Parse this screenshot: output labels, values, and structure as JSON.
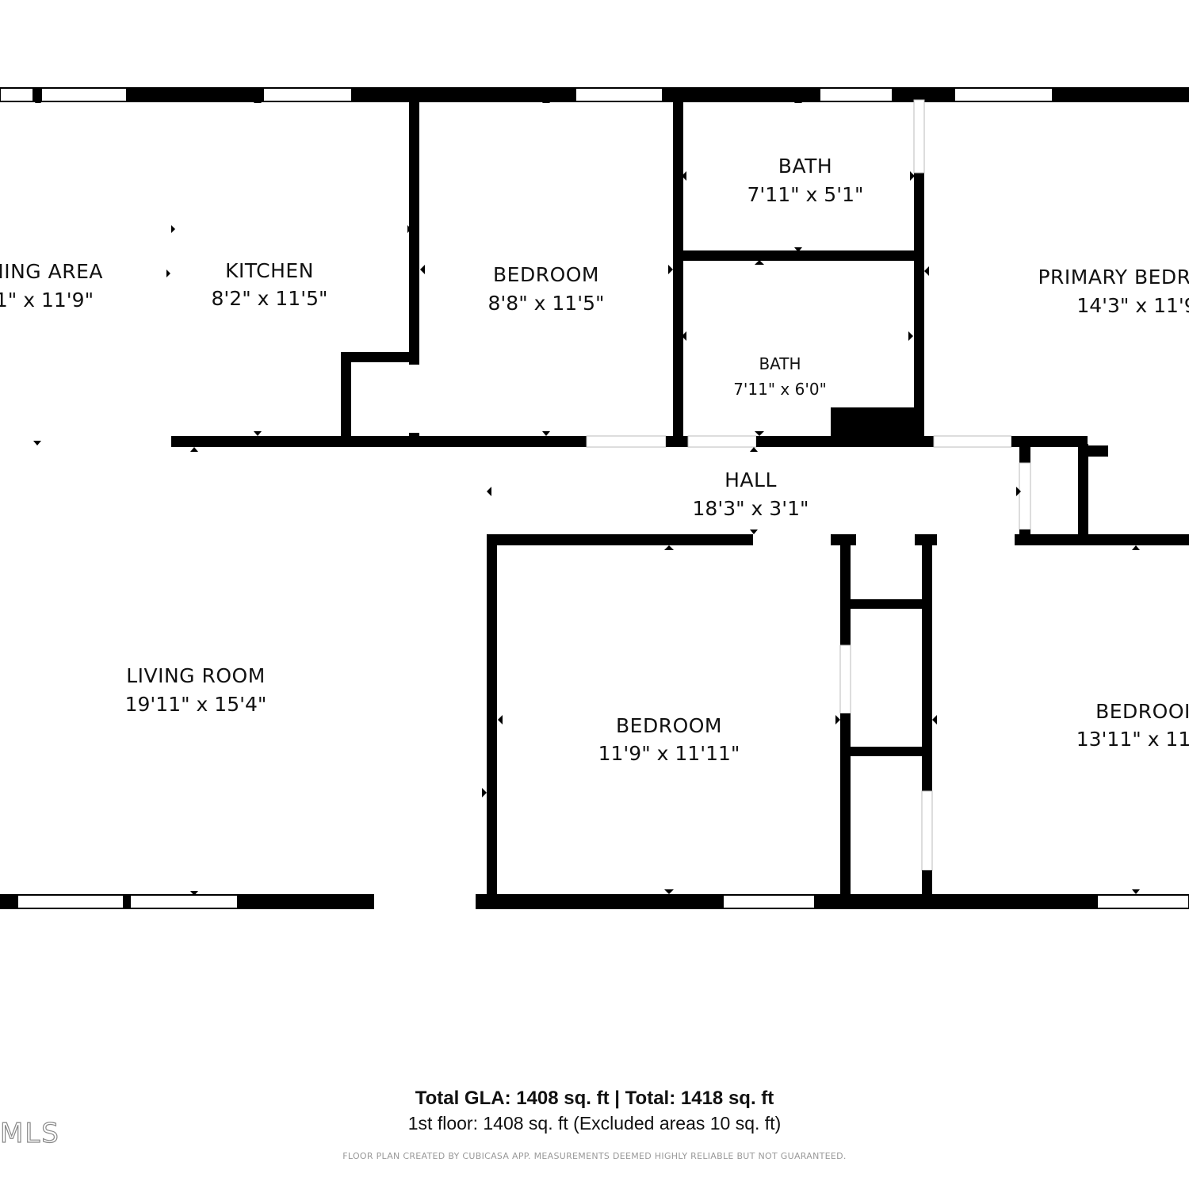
{
  "rooms": {
    "dining": {
      "name": "NING AREA",
      "dims": "1\" x 11'9\""
    },
    "kitchen": {
      "name": "KITCHEN",
      "dims": "8'2\" x 11'5\""
    },
    "bedroom1": {
      "name": "BEDROOM",
      "dims": "8'8\" x 11'5\""
    },
    "bath1": {
      "name": "BATH",
      "dims": "7'11\" x 5'1\""
    },
    "bath2": {
      "name": "BATH",
      "dims": "7'11\" x 6'0\""
    },
    "primary": {
      "name": "PRIMARY BEDR",
      "dims": "14'3\" x 11'9"
    },
    "hall": {
      "name": "HALL",
      "dims": "18'3\" x 3'1\""
    },
    "living": {
      "name": "LIVING ROOM",
      "dims": "19'11\" x 15'4\""
    },
    "bedroom2": {
      "name": "BEDROOM",
      "dims": "11'9\" x 11'11\""
    },
    "bedroom3": {
      "name": "BEDROOI",
      "dims": "13'11\" x 11"
    }
  },
  "totals": {
    "line1": "Total GLA: 1408 sq. ft | Total: 1418 sq. ft",
    "line2": "1st floor: 1408 sq. ft (Excluded areas 10 sq. ft)"
  },
  "disclaimer": "FLOOR PLAN CREATED BY CUBICASA APP. MEASUREMENTS DEEMED HIGHLY RELIABLE BUT NOT GUARANTEED.",
  "logo": "MLS"
}
